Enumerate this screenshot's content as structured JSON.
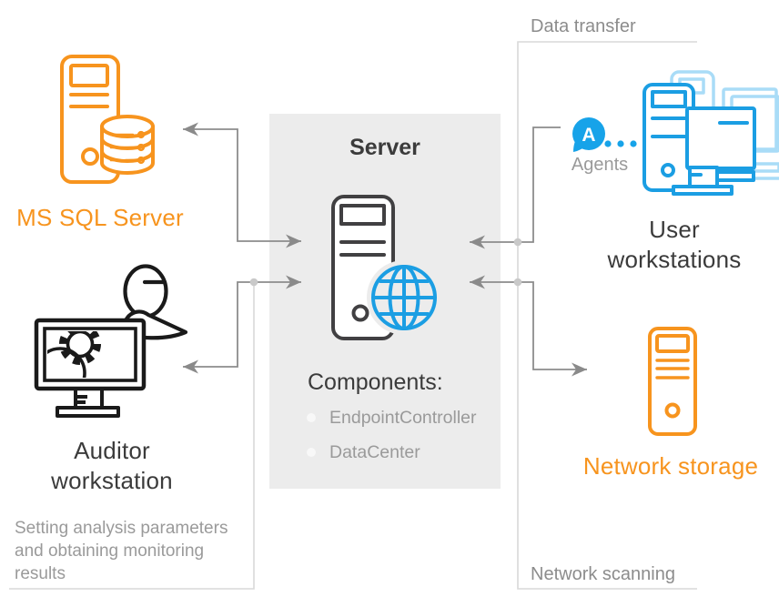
{
  "colors": {
    "orange": "#F7941E",
    "blue": "#1B9EE3",
    "blue-light": "#A9DCF7",
    "agent-blue": "#17A3E9",
    "dark": "#3B3B3B",
    "icon-dark": "#414042",
    "icon-black": "#1A1A1A",
    "gray-text": "#9A9A9A",
    "annot-gray": "#8C8C8C",
    "connector": "#8C8C8C",
    "arrow": "#8A8A8A",
    "bracket": "#D9D9D9",
    "junction-dot": "#C9C9C9",
    "panel-bg": "#ECECEC",
    "bullet": "#F8F8F8"
  },
  "nodes": {
    "ms_sql": {
      "label": "MS SQL Server"
    },
    "auditor": {
      "label": "Auditor workstation",
      "note": "Setting analysis parameters and obtaining monitoring results"
    },
    "server": {
      "title": "Server",
      "components_heading": "Components:",
      "components": [
        "EndpointController",
        "DataCenter"
      ]
    },
    "user_workstations": {
      "label": "User workstations",
      "agents_label": "Agents",
      "agents_badge": "A"
    },
    "network_storage": {
      "label": "Network storage"
    }
  },
  "annotations": {
    "data_transfer": "Data transfer",
    "network_scanning": "Network scanning"
  }
}
